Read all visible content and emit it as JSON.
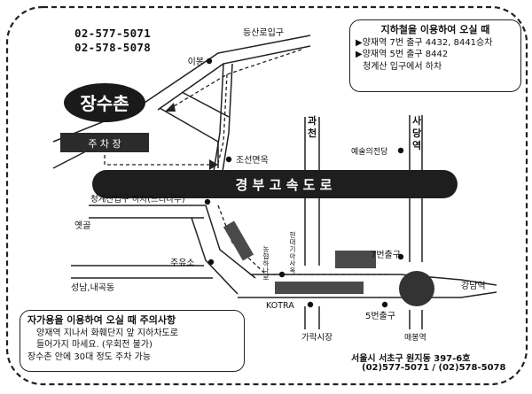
{
  "phones": [
    "02-577-5071",
    "02-578-5078"
  ],
  "restaurant": "장수촌",
  "parking": "주 차 장",
  "highway": "경 부 고 속 도 로",
  "landmarks": {
    "entrance_top": "등산로입구",
    "ibong": "이봉",
    "joseon": "조선면옥",
    "cheonggyesan_stop": "청계산입구 하차(느티나무)",
    "yetgol": "옛골",
    "gas_station": "주유소",
    "seongnam": "성남,내곡동",
    "gwacheon": "과\n천",
    "sadang": "사\n당\n역",
    "art_hall": "예술의전당",
    "hyundai": "현\n대\n기\n아\n사\n옥",
    "nonghyup": "농\n협\n하\n나\n로",
    "exit7": "7번출구",
    "exit5": "5번출구",
    "gangnam": "강남역",
    "kotra": "KOTRA",
    "garak": "가락시장",
    "maebong": "매봉역"
  },
  "subway_box": {
    "title": "지하철을 이용하여 오실 때",
    "lines": [
      "▶양재역 7번 출구 4432, 8441승차",
      "▶양재역 5번 출구 8442",
      "청계산 입구에서 하차"
    ]
  },
  "car_box": {
    "title": "자가용을 이용하여 오실 때 주의사항",
    "lines": [
      "양재역 지나서 화훼단지 앞 지하차도로",
      "들어가지 마세요. (우회전 불가)",
      "장수촌 안에 30대 정도 주차 가능"
    ]
  },
  "address": {
    "line1": "서울시 서초구 원지동 397-6호",
    "line2": "(02)577-5071 / (02)578-5078"
  }
}
